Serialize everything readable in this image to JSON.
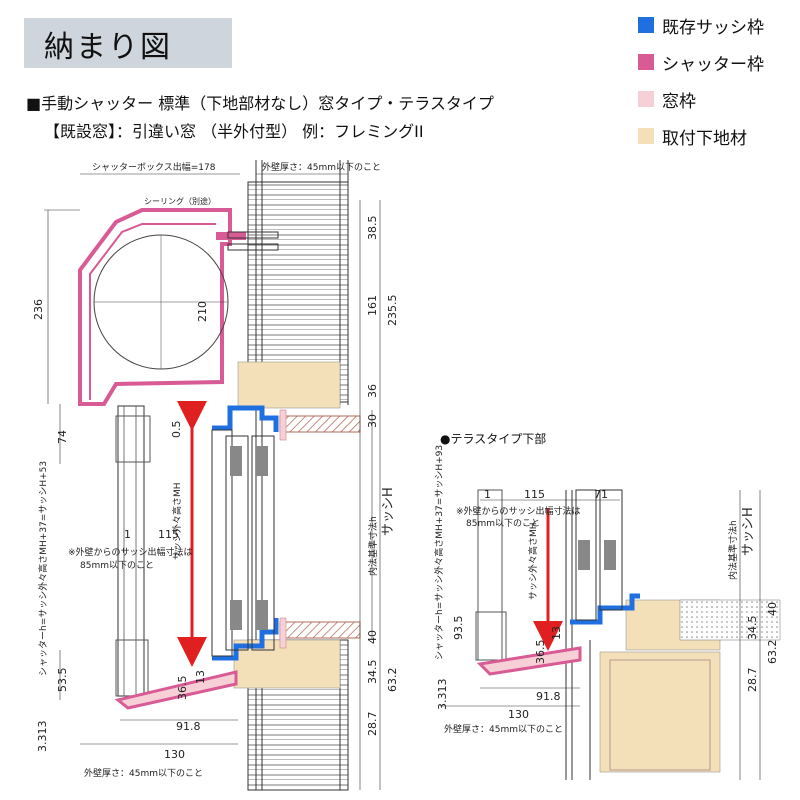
{
  "title": "納まり図",
  "subtitle_line1": "■手動シャッター 標準（下地部材なし）窓タイプ・テラスタイプ",
  "subtitle_line2": "【既設窓】：引違い窓 （半外付型） 例：フレミングII",
  "legend": [
    {
      "label": "既存サッシ枠",
      "color": "#1f6fe0"
    },
    {
      "label": "シャッター枠",
      "color": "#d95b95"
    },
    {
      "label": "窓枠",
      "color": "#f7cfd6"
    },
    {
      "label": "取付下地材",
      "color": "#f3dfb8"
    }
  ],
  "colors": {
    "sash": "#1f6fe0",
    "shutter": "#d95b95",
    "window_frame": "#f7cfd6",
    "base": "#f3dfb8",
    "arrow": "#e02020",
    "hatch": "#b06a5a"
  },
  "terrace_title": "●テラスタイプ下部",
  "main": {
    "box_width_label": "シャッターボックス出幅=178",
    "wall_thickness_top": "外壁厚さ：45mm以下のこと",
    "sealing_label": "シーリング（別途）",
    "dims": {
      "d236": "236",
      "d74": "74",
      "d53_5": "53.5",
      "d3_313": "3.313",
      "d210": "210",
      "d0_5": "0.5",
      "d1": "1",
      "d115": "115",
      "d36_5": "36.5",
      "d13": "13",
      "d91_8": "91.8",
      "d130": "130",
      "r38_5": "38.5",
      "r161": "161",
      "r235_5": "235.5",
      "r36": "36",
      "r30": "30",
      "r40": "40",
      "r34_5": "34.5",
      "r63_2": "63.2",
      "r28_7": "28.7"
    },
    "shutter_h_label": "シャッターh=サッシ外々高さMH+37=サッシH+53",
    "sash_outer_label": "サッシ外々高さMH",
    "clearance_note_1": "※外壁からのサッシ出幅寸法は",
    "clearance_note_2": "85mm以下のこと",
    "inner_ref_label": "内法基準寸法h",
    "sash_h_label": "サッシH",
    "wall_thickness_bottom": "外壁厚さ：45mm以下のこと"
  },
  "terrace": {
    "dims": {
      "d1": "1",
      "d115": "115",
      "d71": "71",
      "d93_5": "93.5",
      "d13": "13",
      "d36_5": "36.5",
      "d3_313": "3.313",
      "d91_8": "91.8",
      "d130": "130",
      "r40": "40",
      "r34_5": "34.5",
      "r63_2": "63.2",
      "r28_7": "28.7"
    },
    "shutter_h_label": "シャッターh=サッシ外々高さMH+37=サッシH+93",
    "clearance_note_1": "※外壁からのサッシ出幅寸法は",
    "clearance_note_2": "85mm以下のこと",
    "sash_outer_label": "サッシ外々高さMH",
    "inner_ref_label": "内法基準寸法h",
    "sash_h_label": "サッシH",
    "wall_thickness": "外壁厚さ：45mm以下のこと"
  }
}
